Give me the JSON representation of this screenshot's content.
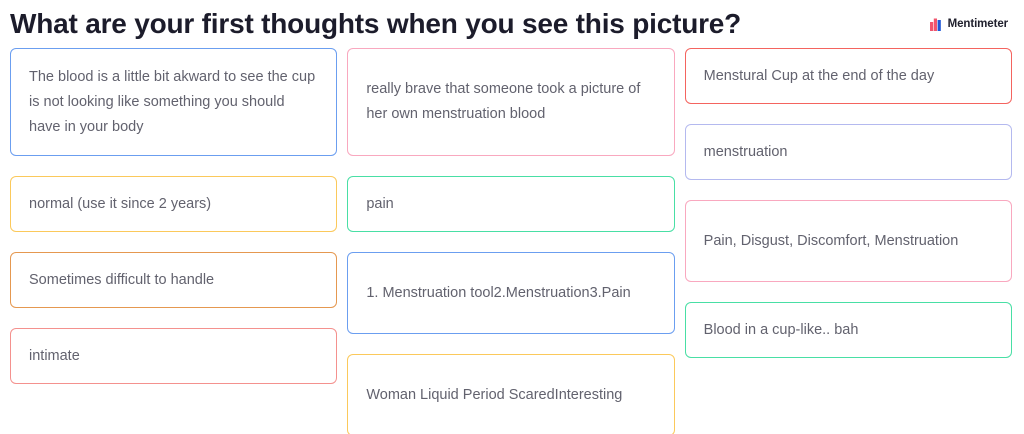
{
  "header": {
    "title": "What are your first thoughts when you see this picture?",
    "brand_name": "Mentimeter",
    "brand_icon": "mentimeter-bars-logo",
    "brand_colors": [
      "#f0566e",
      "#1f57d6"
    ]
  },
  "palette": {
    "blue": "#6b9ef0",
    "yellow": "#fbc95b",
    "orange": "#e59850",
    "salmon": "#f4918e",
    "pink": "#f9a8bf",
    "green": "#49dfa5",
    "red": "#f4645f",
    "periwinkle": "#b4b9ef",
    "text": "#62626e",
    "title": "#1c1c2b"
  },
  "board": {
    "columns": [
      {
        "name": "column-1",
        "cards": [
          {
            "text": "The blood is a little bit akward to see the cup is not looking like something you should have in your body",
            "color": "#6b9ef0",
            "lines": 3
          },
          {
            "text": "normal (use it since 2 years)",
            "color": "#fbc95b",
            "lines": 1
          },
          {
            "text": "Sometimes difficult to handle",
            "color": "#e59850",
            "lines": 1
          },
          {
            "text": "intimate",
            "color": "#f4918e",
            "lines": 1
          }
        ]
      },
      {
        "name": "column-2",
        "cards": [
          {
            "text": "really brave that someone took a picture of her own menstruation blood",
            "color": "#f9a8bf",
            "lines": 3
          },
          {
            "text": "pain",
            "color": "#49dfa5",
            "lines": 1
          },
          {
            "text": "1. Menstruation tool2.Menstruation3.Pain",
            "color": "#6b9ef0",
            "lines": 2
          },
          {
            "text": "Woman Liquid Period ScaredInteresting",
            "color": "#fbc95b",
            "lines": 2
          }
        ]
      },
      {
        "name": "column-3",
        "cards": [
          {
            "text": "Menstural Cup at the end of the day",
            "color": "#f4645f",
            "lines": 1
          },
          {
            "text": "menstruation",
            "color": "#b4b9ef",
            "lines": 1
          },
          {
            "text": "Pain, Disgust, Discomfort, Menstruation",
            "color": "#f9a8bf",
            "lines": 2
          },
          {
            "text": "Blood in a cup-like.. bah",
            "color": "#49dfa5",
            "lines": 1
          }
        ]
      }
    ]
  }
}
